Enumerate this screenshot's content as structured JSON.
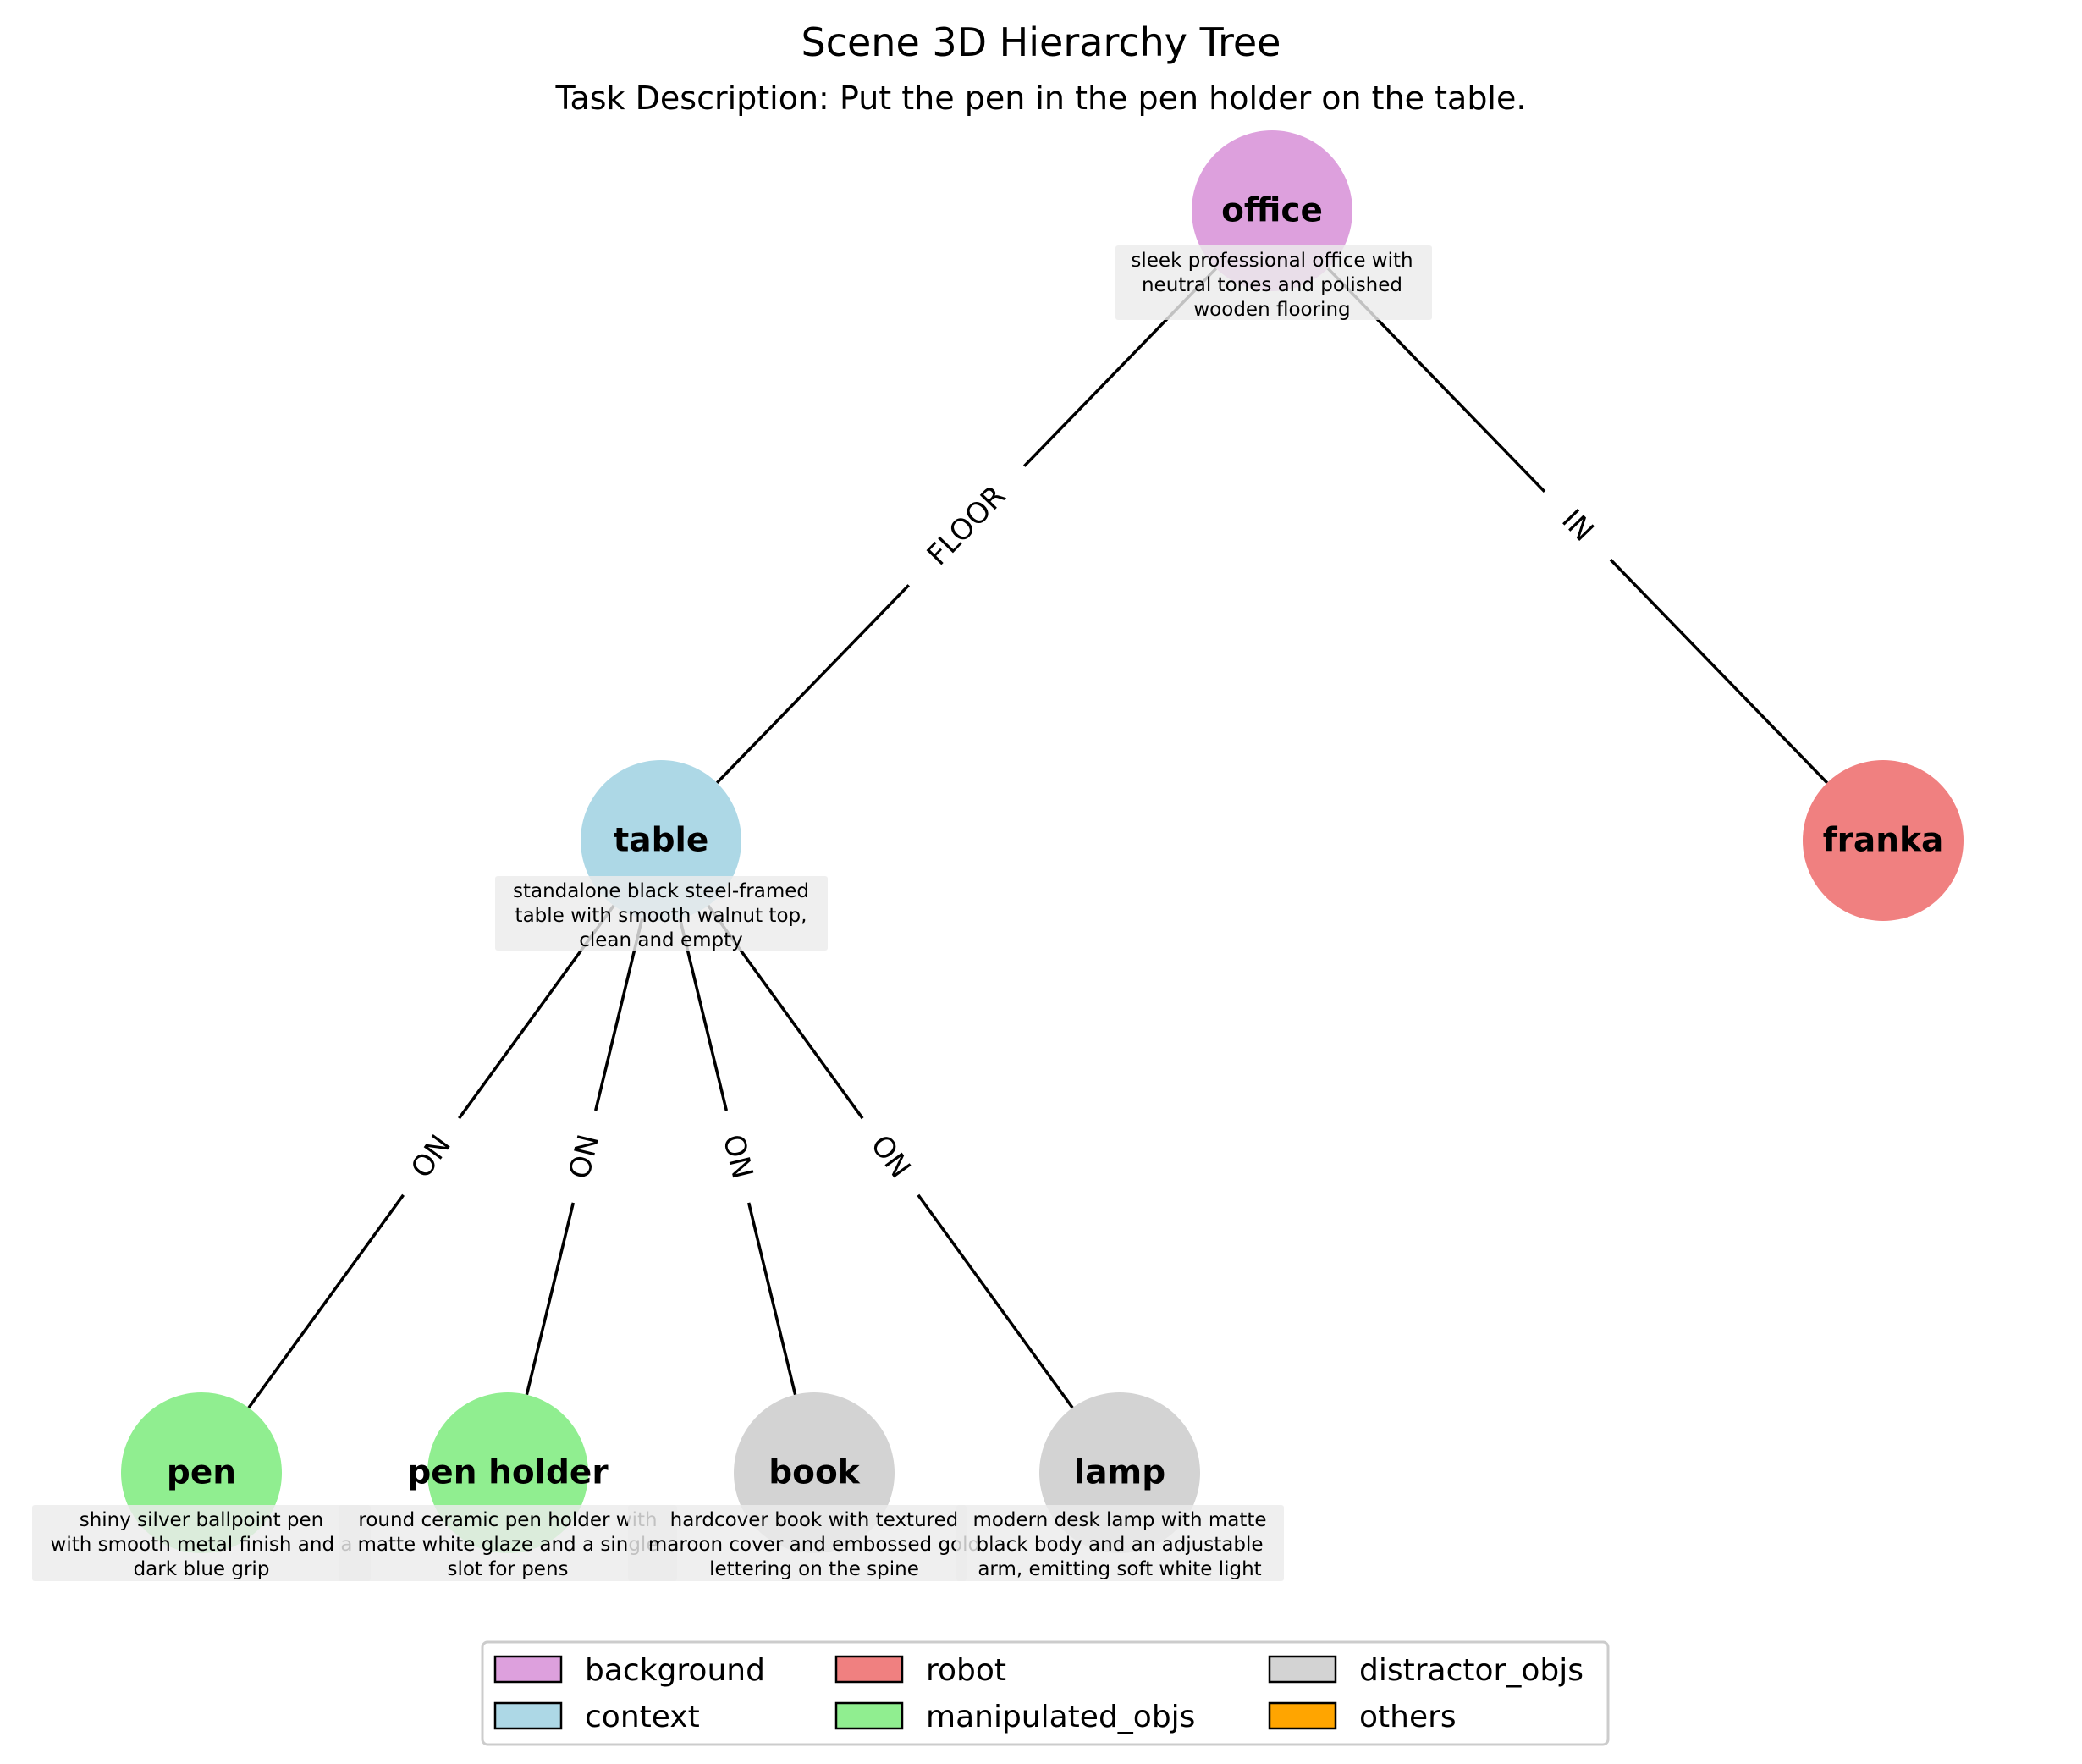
{
  "title": "Scene 3D Hierarchy Tree",
  "subtitle": "Task Description: Put the pen in the pen holder on the table.",
  "colors": {
    "background": "#DDA0DD",
    "context": "#ADD8E6",
    "robot": "#F08080",
    "manipulated_objs": "#90EE90",
    "distractor_objs": "#D3D3D3",
    "others": "#FFA500"
  },
  "nodes": [
    {
      "id": "office",
      "label": "office",
      "category": "background",
      "description": [
        "sleek professional office with",
        "neutral tones and polished",
        "wooden flooring"
      ]
    },
    {
      "id": "table",
      "label": "table",
      "category": "context",
      "description": [
        "standalone black steel-framed",
        "table with smooth walnut top,",
        "clean and empty"
      ]
    },
    {
      "id": "franka",
      "label": "franka",
      "category": "robot",
      "description": []
    },
    {
      "id": "pen",
      "label": "pen",
      "category": "manipulated_objs",
      "description": [
        "shiny silver ballpoint pen",
        "with smooth metal finish and a",
        "dark blue grip"
      ]
    },
    {
      "id": "pen_holder",
      "label": "pen holder",
      "category": "manipulated_objs",
      "description": [
        "round ceramic pen holder with",
        "matte white glaze and a single",
        "slot for pens"
      ]
    },
    {
      "id": "book",
      "label": "book",
      "category": "distractor_objs",
      "description": [
        "hardcover book with textured",
        "maroon cover and embossed gold",
        "lettering on the spine"
      ]
    },
    {
      "id": "lamp",
      "label": "lamp",
      "category": "distractor_objs",
      "description": [
        "modern desk lamp with matte",
        "black body and an adjustable",
        "arm, emitting soft white light"
      ]
    }
  ],
  "edges": [
    {
      "from": "office",
      "to": "table",
      "label": "FLOOR"
    },
    {
      "from": "office",
      "to": "franka",
      "label": "IN"
    },
    {
      "from": "table",
      "to": "pen",
      "label": "ON"
    },
    {
      "from": "table",
      "to": "pen_holder",
      "label": "ON"
    },
    {
      "from": "table",
      "to": "book",
      "label": "ON"
    },
    {
      "from": "table",
      "to": "lamp",
      "label": "ON"
    }
  ],
  "legend": [
    {
      "key": "background",
      "label": "background"
    },
    {
      "key": "context",
      "label": "context"
    },
    {
      "key": "robot",
      "label": "robot"
    },
    {
      "key": "manipulated_objs",
      "label": "manipulated_objs"
    },
    {
      "key": "distractor_objs",
      "label": "distractor_objs"
    },
    {
      "key": "others",
      "label": "others"
    }
  ]
}
